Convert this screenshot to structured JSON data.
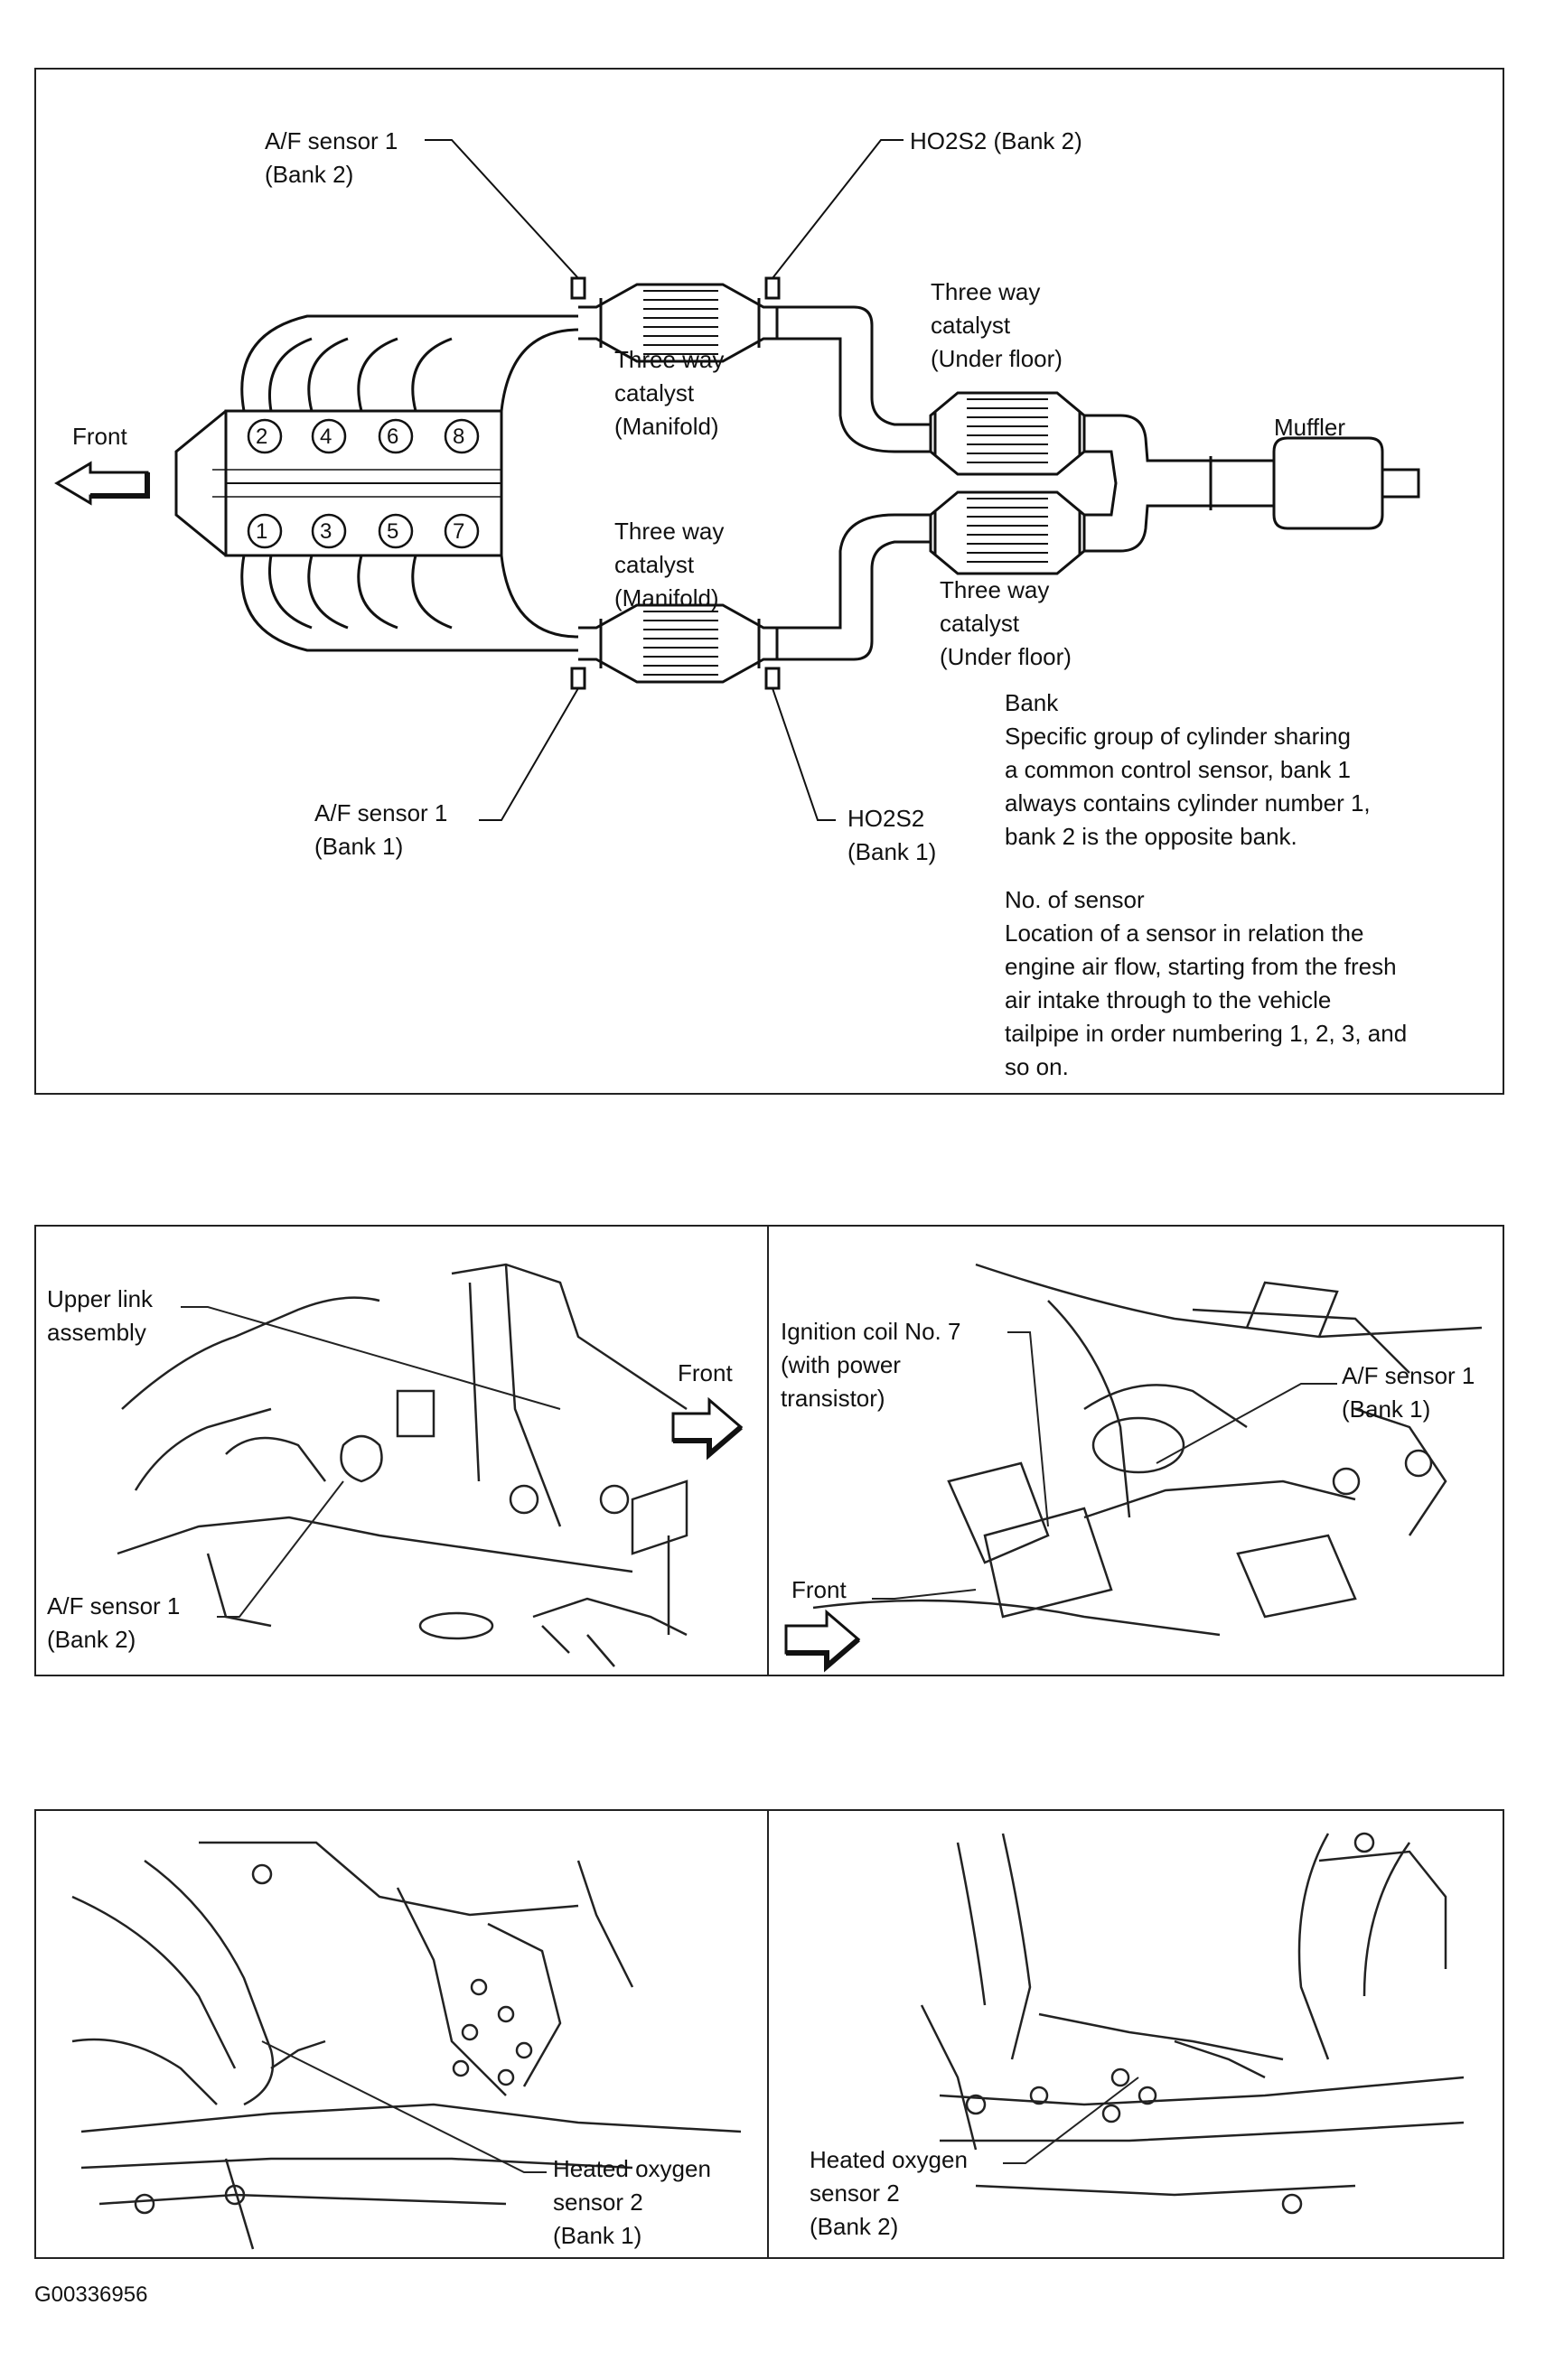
{
  "top_diagram": {
    "front_label": "Front",
    "cylinders_bank2": [
      "2",
      "4",
      "6",
      "8"
    ],
    "cylinders_bank1": [
      "1",
      "3",
      "5",
      "7"
    ],
    "af_sensor_bank2": {
      "line1": "A/F sensor 1",
      "line2": "(Bank 2)"
    },
    "ho2s2_bank2": {
      "line1": "HO2S2 (Bank 2)"
    },
    "catalyst_manifold_upper": {
      "line1": "Three way",
      "line2": "catalyst",
      "line3": "(Manifold)"
    },
    "catalyst_manifold_lower": {
      "line1": "Three way",
      "line2": "catalyst",
      "line3": "(Manifold)"
    },
    "catalyst_underfloor_upper": {
      "line1": "Three way",
      "line2": "catalyst",
      "line3": "(Under floor)"
    },
    "catalyst_underfloor_lower": {
      "line1": "Three way",
      "line2": "catalyst",
      "line3": "(Under floor)"
    },
    "muffler_label": "Muffler",
    "af_sensor_bank1": {
      "line1": "A/F sensor 1",
      "line2": "(Bank 1)"
    },
    "ho2s2_bank1": {
      "line1": "HO2S2",
      "line2": "(Bank 1)"
    },
    "bank_note": {
      "title": "Bank",
      "lines": [
        "Specific group of cylinder sharing",
        "a common control sensor, bank 1",
        "always contains cylinder number 1,",
        "bank 2 is the opposite bank."
      ]
    },
    "sensor_note": {
      "title": "No. of sensor",
      "lines": [
        "Location of a sensor in relation the",
        "engine air flow, starting from the fresh",
        "air intake through to the vehicle",
        "tailpipe in order numbering 1, 2, 3, and",
        "so on."
      ]
    }
  },
  "middle_left": {
    "upper_link": {
      "line1": "Upper link",
      "line2": "assembly"
    },
    "front_label": "Front",
    "af_sensor": {
      "line1": "A/F sensor 1",
      "line2": "(Bank 2)"
    }
  },
  "middle_right": {
    "ignition_coil": {
      "line1": "Ignition coil No. 7",
      "line2": "(with power",
      "line3": "transistor)"
    },
    "af_sensor": {
      "line1": "A/F sensor 1",
      "line2": "(Bank 1)"
    },
    "front_label": "Front"
  },
  "bottom_left": {
    "heated_sensor": {
      "line1": "Heated oxygen",
      "line2": "sensor 2",
      "line3": "(Bank 1)"
    }
  },
  "bottom_right": {
    "heated_sensor": {
      "line1": "Heated oxygen",
      "line2": "sensor 2",
      "line3": "(Bank 2)"
    }
  },
  "figure_code": "G00336956"
}
